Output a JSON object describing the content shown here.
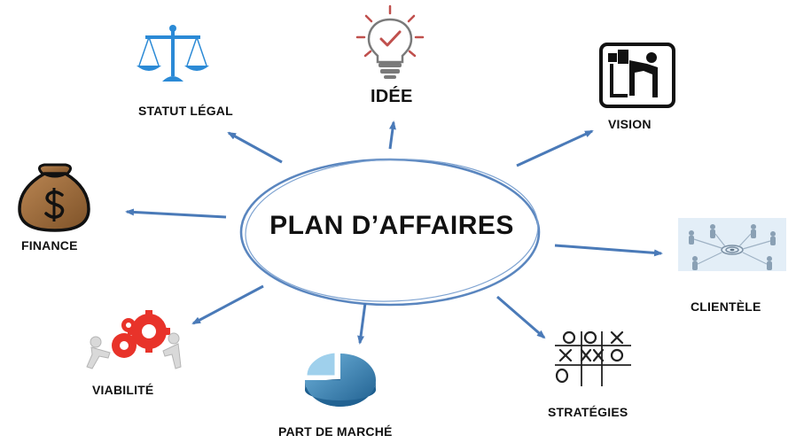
{
  "center": {
    "title": "PLAN D’AFFAIRES"
  },
  "nodes": {
    "idee": {
      "label": "IDÉE",
      "icon": "lightbulb-checkmark-icon"
    },
    "statut_legal": {
      "label": "STATUT LÉGAL",
      "icon": "scales-of-justice-icon"
    },
    "vision": {
      "label": "VISION",
      "icon": "binoculars-viewer-icon"
    },
    "finance": {
      "label": "FINANCE",
      "icon": "money-bag-dollar-icon"
    },
    "clientele": {
      "label": "CLIENTÈLE",
      "icon": "target-people-icon"
    },
    "viabilite": {
      "label": "VIABILITÉ",
      "icon": "people-pushing-gears-icon"
    },
    "part_de_marche": {
      "label": "PART DE MARCHÉ",
      "icon": "pie-chart-icon"
    },
    "strategies": {
      "label": "STRATÉGIES",
      "icon": "tic-tac-toe-icon"
    }
  },
  "colors": {
    "arrow": "#4a7ab8",
    "ellipse_stroke": "#5a86bf",
    "money_bag": "#9a6a3c",
    "gear": "#e8332a",
    "pie": "#2f7fb0",
    "lightbulb": "#c0504d"
  }
}
